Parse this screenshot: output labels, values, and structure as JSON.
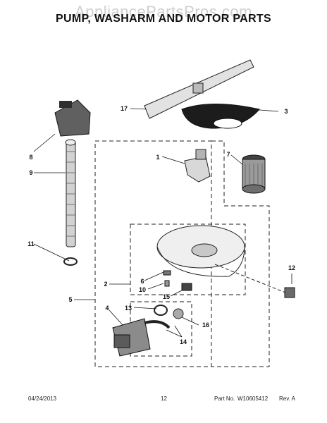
{
  "watermark": "AppliancePartsPros.com",
  "title": "PUMP, WASHARM AND MOTOR PARTS",
  "callouts": [
    "1",
    "2",
    "3",
    "4",
    "5",
    "6",
    "7",
    "8",
    "9",
    "10",
    "11",
    "12",
    "13",
    "14",
    "15",
    "16",
    "17"
  ],
  "footer": {
    "date": "04/24/2013",
    "page": "12",
    "part_label": "Part No.",
    "part_no": "W10605412",
    "rev": "Rev. A"
  }
}
